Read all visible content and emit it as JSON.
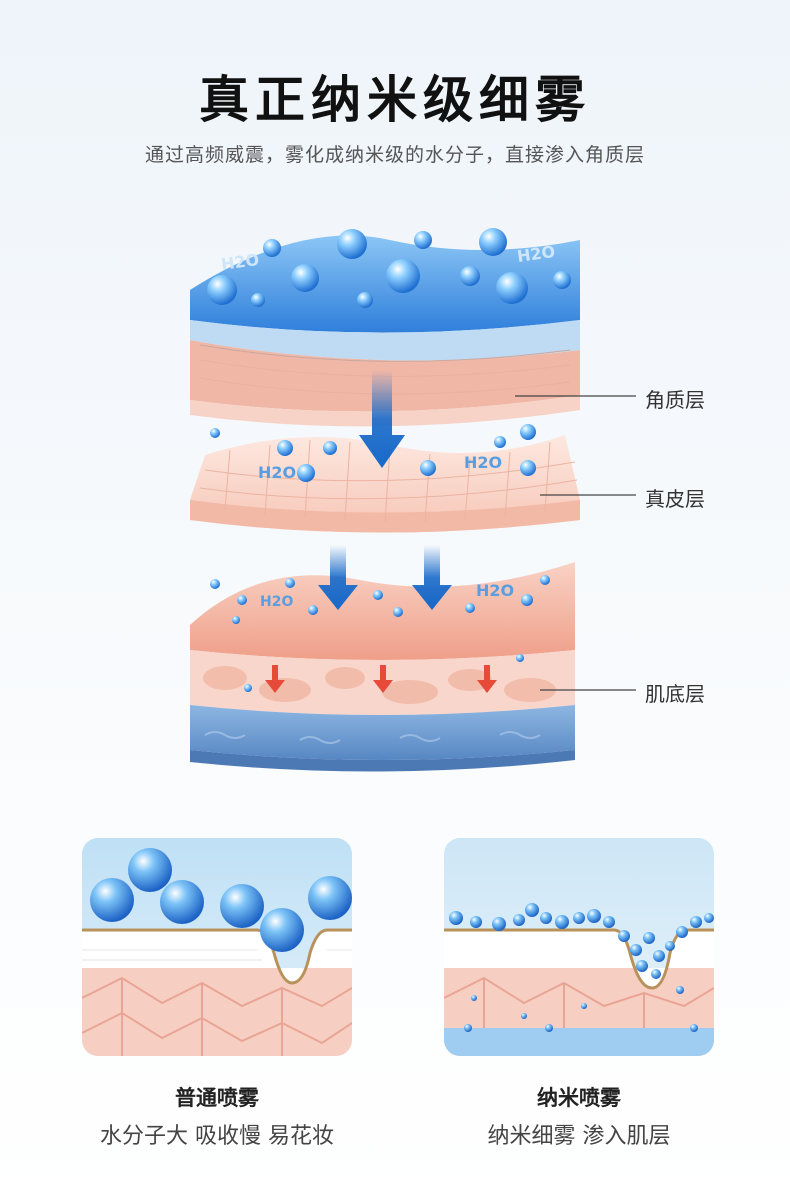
{
  "header": {
    "title": "真正纳米级细雾",
    "subtitle": "通过高频威震，雾化成纳米级的水分子，直接渗入角质层"
  },
  "diagram": {
    "molecule_label": "H2O",
    "layers": [
      {
        "label": "角质层"
      },
      {
        "label": "真皮层"
      },
      {
        "label": "肌底层"
      }
    ]
  },
  "comparison": [
    {
      "title": "普通喷雾",
      "subtitle": "水分子大 吸收慢 易花妆"
    },
    {
      "title": "纳米喷雾",
      "subtitle": "纳米细雾 渗入肌层"
    }
  ],
  "colors": {
    "water_blue": "#3a8ee0",
    "arrow_blue": "#1769c9",
    "skin_pink": "#f5b9a6",
    "arrow_red": "#e84a3a",
    "base_blue": "#6f9fd3"
  }
}
